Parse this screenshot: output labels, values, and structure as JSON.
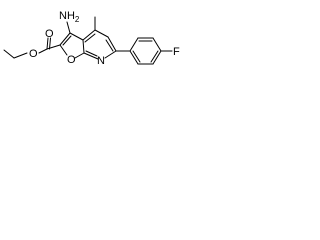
{
  "molecule": {
    "atoms": {
      "amino": "NH",
      "amino_sub": "2",
      "carbonyl_o": "O",
      "ester_o": "O",
      "furan_o": "O",
      "pyridine_n": "N",
      "fluorine": "F"
    }
  }
}
